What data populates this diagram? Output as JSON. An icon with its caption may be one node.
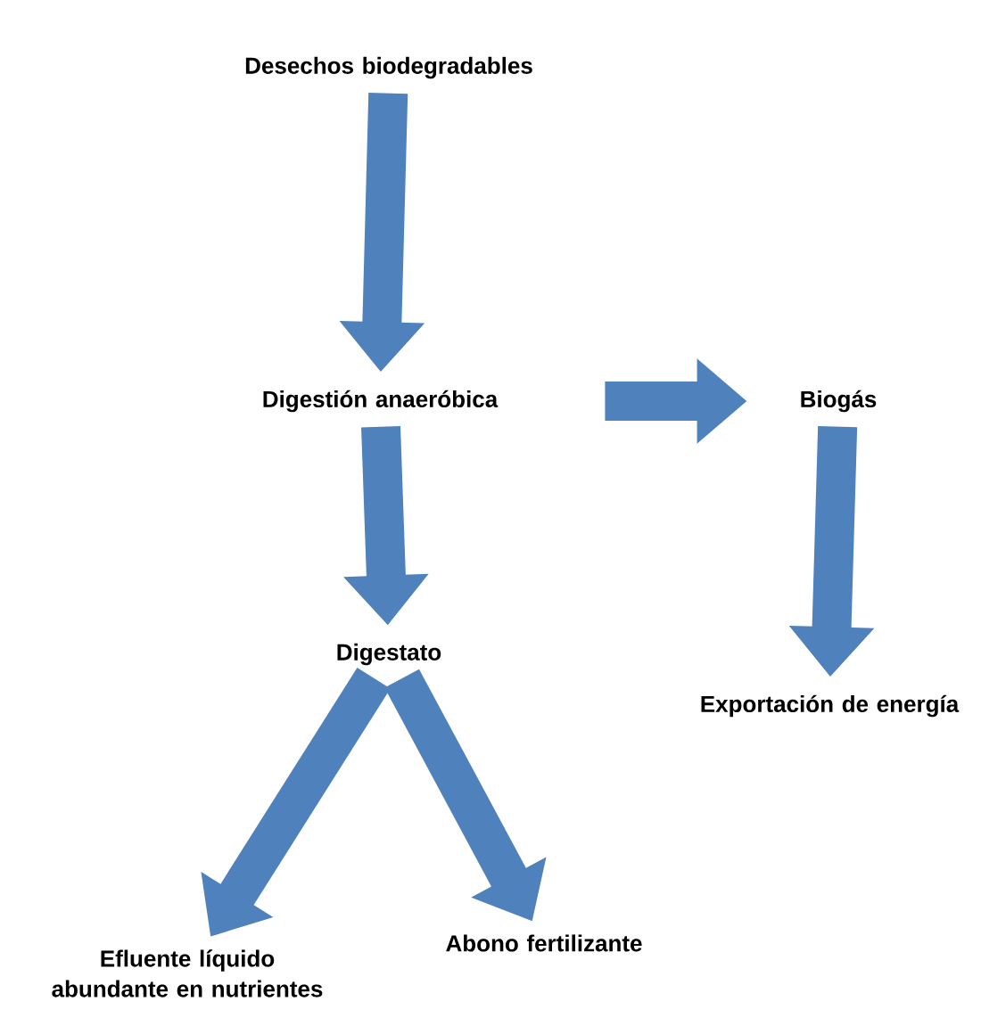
{
  "diagram": {
    "nodes": [
      {
        "text": [
          "Desechos biodegradables"
        ]
      },
      {
        "text": [
          "Digestión anaeróbica"
        ]
      },
      {
        "text": [
          "Biogás"
        ]
      },
      {
        "text": [
          "Digestato"
        ]
      },
      {
        "text": [
          "Exportación de energía"
        ]
      },
      {
        "text": [
          "Efluente líquido abundante en nutrientes"
        ]
      },
      {
        "text": [
          "Abono fertilizante"
        ]
      }
    ],
    "edges": [
      {
        "from": 0,
        "to": 1,
        "arrow": "to"
      },
      {
        "from": 1,
        "to": 2,
        "arrow": "to"
      },
      {
        "from": 1,
        "to": 3,
        "arrow": "to"
      },
      {
        "from": 2,
        "to": 4,
        "arrow": "to"
      },
      {
        "from": 3,
        "to": 5,
        "arrow": "to"
      },
      {
        "from": 3,
        "to": 6,
        "arrow": "to"
      }
    ]
  }
}
